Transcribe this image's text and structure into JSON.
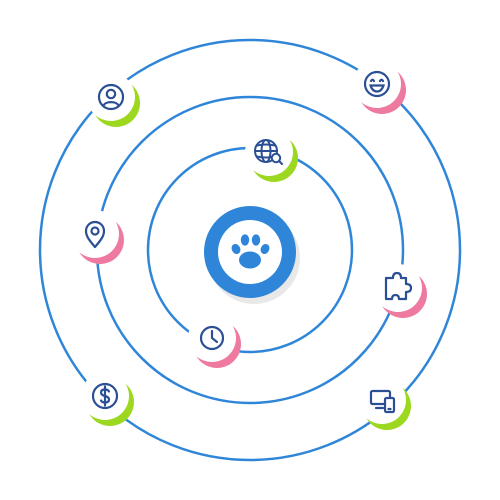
{
  "colors": {
    "ring": "#2f86d8",
    "icon_stroke": "#2b4f94",
    "center_fill": "#2f86d8",
    "center_icon": "#ffffff",
    "accent_green": "#9cd81f",
    "accent_pink": "#ee7aa0"
  },
  "center": {
    "icon": "paw-icon"
  },
  "nodes": [
    {
      "icon": "user-icon",
      "accent": "green"
    },
    {
      "icon": "smiley-icon",
      "accent": "pink"
    },
    {
      "icon": "globe-search-icon",
      "accent": "green"
    },
    {
      "icon": "location-pin-icon",
      "accent": "pink"
    },
    {
      "icon": "puzzle-icon",
      "accent": "pink"
    },
    {
      "icon": "clock-icon",
      "accent": "pink"
    },
    {
      "icon": "dollar-icon",
      "accent": "green"
    },
    {
      "icon": "devices-icon",
      "accent": "green"
    }
  ]
}
